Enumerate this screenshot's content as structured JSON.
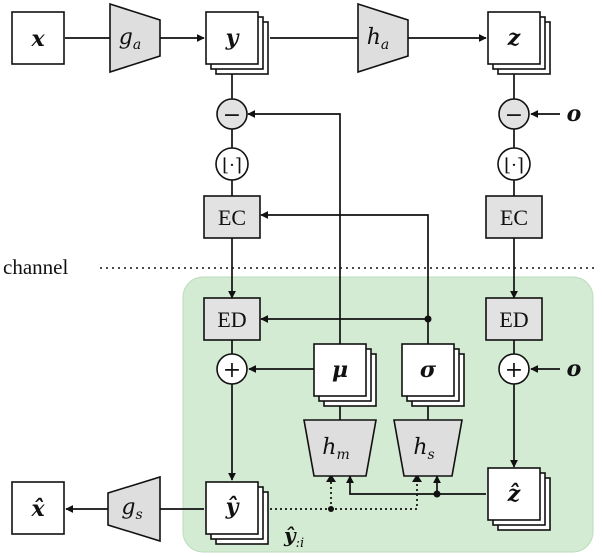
{
  "nodes": {
    "x": "𝒙",
    "ga": "g",
    "ga_sub": "a",
    "y": "𝒚",
    "ha": "h",
    "ha_sub": "a",
    "z": "𝒛",
    "minus": "−",
    "round": "⌊·⌉",
    "ec": "EC",
    "ed": "ED",
    "plus": "+",
    "o": "𝒐",
    "mu": "𝝁",
    "sigma": "𝝈",
    "hm": "h",
    "hm_sub": "m",
    "hs": "h",
    "hs_sub": "s",
    "xhat": "𝒙̂",
    "gs": "g",
    "gs_sub": "s",
    "yhat": "𝒚̂",
    "zhat": "𝒛̂",
    "yhat_partial": "𝒚̂",
    "yhat_partial_sub": ":i"
  },
  "labels": {
    "channel": "channel"
  },
  "colors": {
    "decoder_region": "#d3ebd3",
    "decoder_region_border": "#b9d9b9",
    "block_gray": "#e2e2e2"
  }
}
